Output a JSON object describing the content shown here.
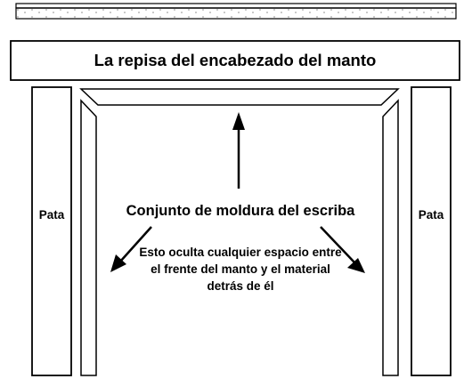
{
  "mantel_label": "La repisa del encabezado del manto",
  "leg_left_label": "Pata",
  "leg_right_label": "Pata",
  "molding_label": "Conjunto de moldura del escriba",
  "molding_note": "Esto oculta cualquier espacio entre el frente del manto y el material detrás de él",
  "colors": {
    "stroke": "#000000",
    "fill": "#ffffff"
  }
}
